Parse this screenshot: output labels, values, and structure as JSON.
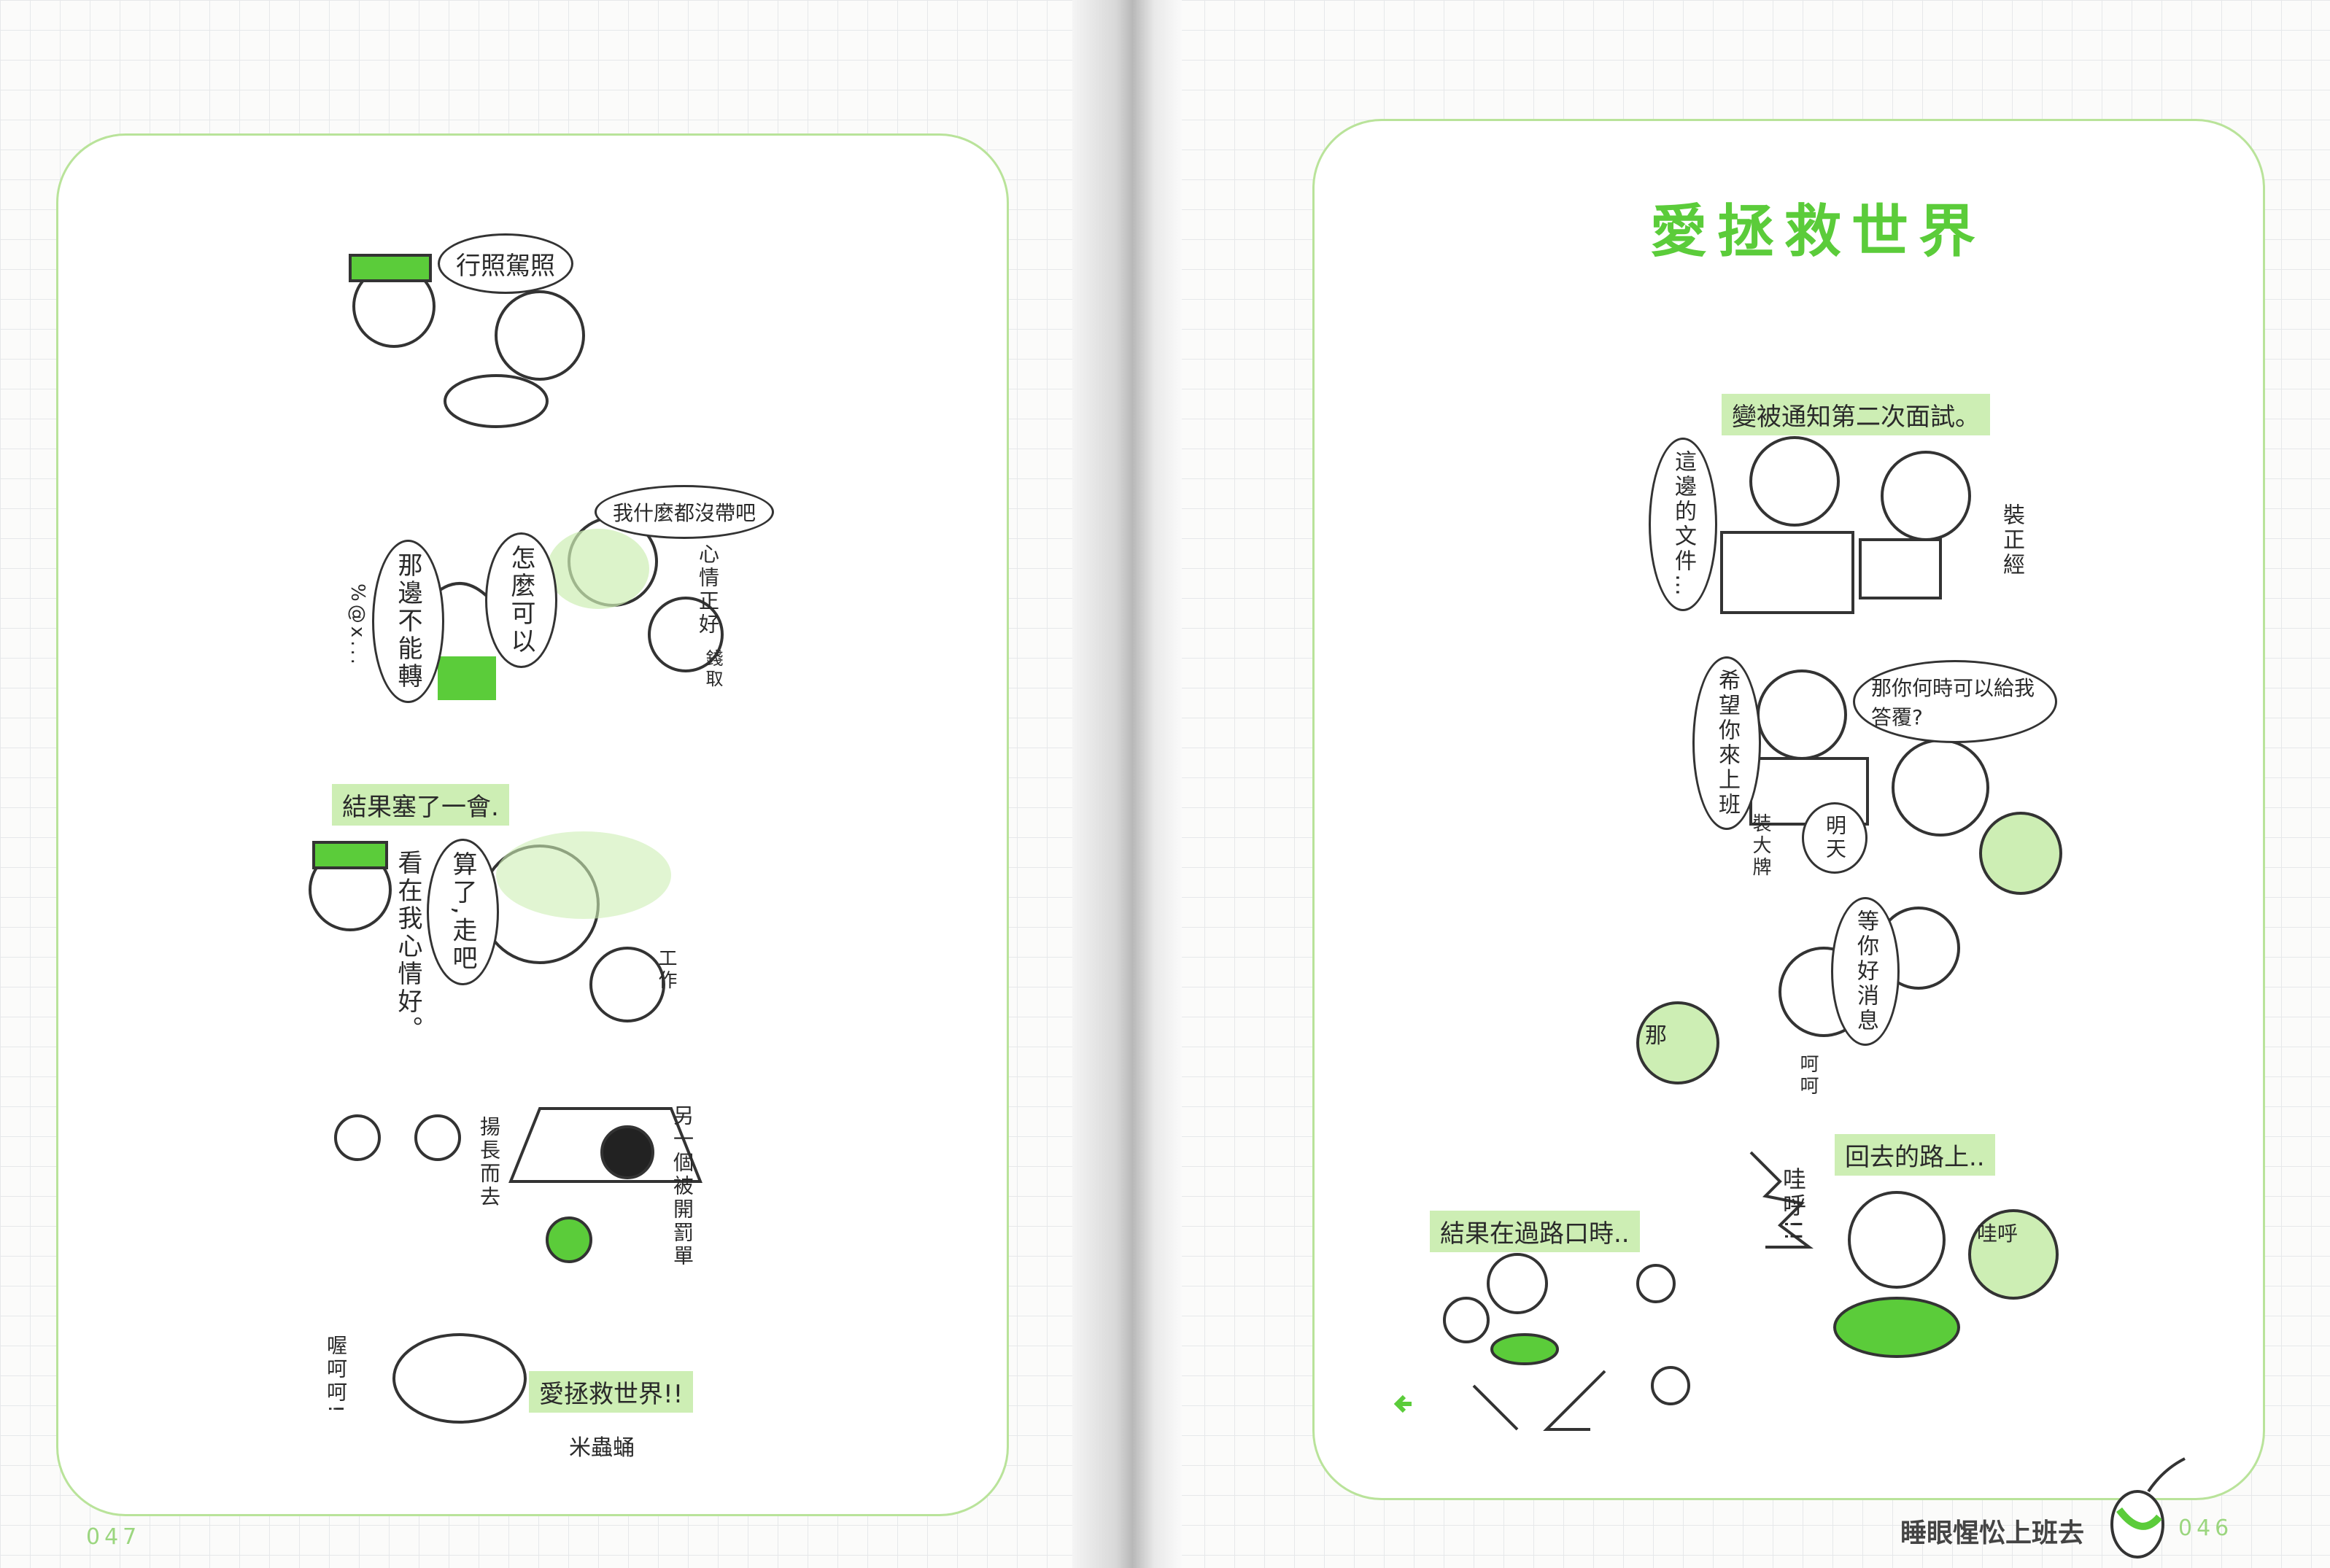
{
  "left_page": {
    "page_number": "047",
    "panels": [
      {
        "bubbles": [
          "行照駕照"
        ]
      },
      {
        "bubbles": [
          "我什麼都沒帶吧",
          "心情正好",
          "怎麼可以",
          "那邊不能轉",
          "%@x...",
          "錢取"
        ]
      },
      {
        "caption": "結果塞了一會.",
        "bubbles": [
          "算了,走吧",
          "看在我心情好。",
          "工作"
        ]
      },
      {
        "bubbles": [
          "揚長而去",
          "另一個被開罰單"
        ]
      },
      {
        "bubbles": [
          "喔呵呵!",
          "愛拯救世界!!",
          "米蟲蛹"
        ]
      }
    ]
  },
  "right_page": {
    "title": "愛拯救世界",
    "page_number": "046",
    "book_title": "睡眼惺忪上班去",
    "panels": [
      {
        "caption": "變被通知第二次面試。",
        "bubbles": [
          "這邊的文件…",
          "裝正經"
        ]
      },
      {
        "bubbles": [
          "希望你來上班",
          "那你何時可以給我答覆?",
          "裝大牌",
          "明天",
          "等你好消息",
          "呵呵",
          "那"
        ]
      },
      {
        "caption": "回去的路上..",
        "bubbles": [
          "哇呼!!",
          "哇呼"
        ]
      },
      {
        "caption": "結果在過路口時.."
      }
    ]
  },
  "colors": {
    "accent_green": "#5bcc3a",
    "frame_green": "#b9e39a",
    "highlight_green": "#cdeeb4"
  }
}
